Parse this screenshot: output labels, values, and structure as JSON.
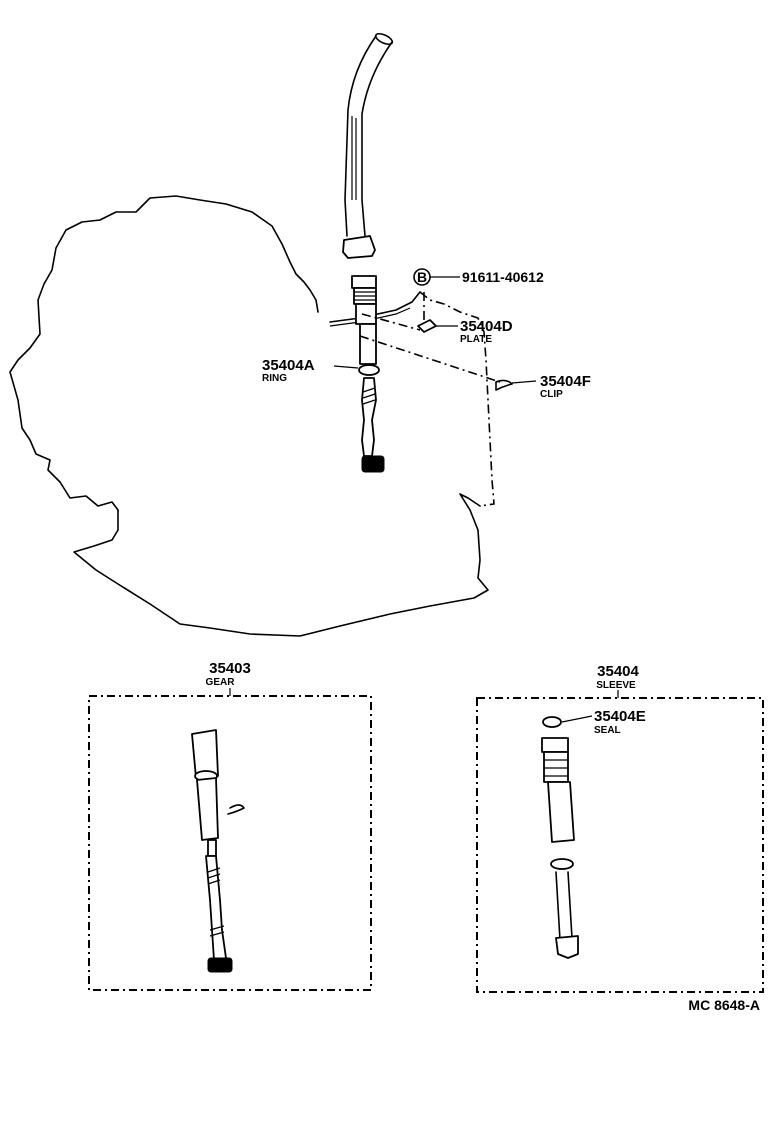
{
  "callouts": {
    "bolt": {
      "symbol": "B",
      "number": "91611-40612"
    },
    "plate": {
      "number": "35404D",
      "name": "PLATE"
    },
    "ring": {
      "number": "35404A",
      "name": "RING"
    },
    "clip": {
      "number": "35404F",
      "name": "CLIP"
    },
    "gear": {
      "number": "35403",
      "name": "GEAR"
    },
    "sleeve": {
      "number": "35404",
      "name": "SLEEVE"
    },
    "seal": {
      "number": "35404E",
      "name": "SEAL"
    }
  },
  "diagram_code": "MC 8648-A"
}
